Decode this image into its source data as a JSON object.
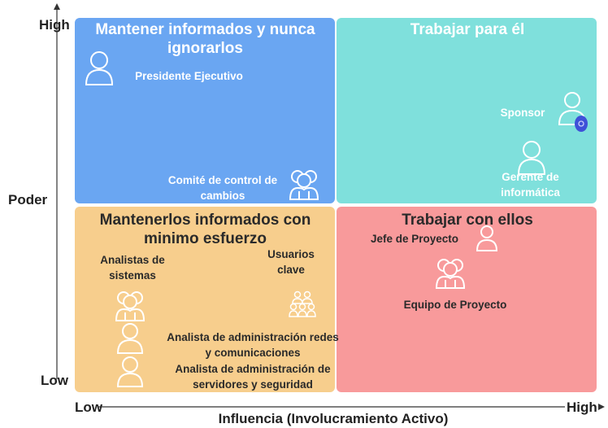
{
  "axes": {
    "y_title": "Poder",
    "y_high": "High",
    "y_low": "Low",
    "x_title": "Influencia (Involucramiento Activo)",
    "x_low": "Low",
    "x_high": "High"
  },
  "quadrants": {
    "top_left": {
      "title": "Mantener informados y nunca ignorarlos",
      "color": "#6aa6f2",
      "stakeholders": [
        "Presidente Ejecutivo",
        "Comité de control de cambios"
      ]
    },
    "top_right": {
      "title": "Trabajar para él",
      "color": "#7fe0dc",
      "stakeholders": [
        "Sponsor",
        "Gerente de informática"
      ]
    },
    "bottom_left": {
      "title": "Mantenerlos informados con minimo esfuerzo",
      "color": "#f7ce8d",
      "stakeholders": [
        "Analistas de sistemas",
        "Usuarios clave",
        "Analista de administración redes y comunicaciones",
        "Analista de administración de servidores y seguridad"
      ]
    },
    "bottom_right": {
      "title": "Trabajar con ellos",
      "color": "#f89a9b",
      "stakeholders": [
        "Jefe de Proyecto",
        "Equipo de Proyecto"
      ]
    }
  },
  "icons": [
    "person-icon",
    "group-icon",
    "team-icon"
  ]
}
